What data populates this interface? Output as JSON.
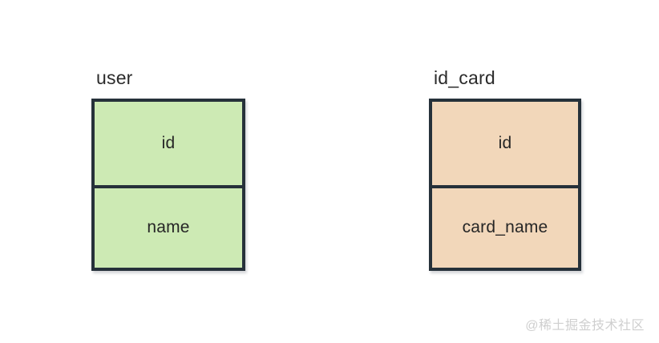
{
  "diagram": {
    "background_color": "#FFFFFF",
    "border_color": "#26313A",
    "entities": [
      {
        "title": "user",
        "fill_color": "#CDEAB4",
        "rows": [
          {
            "label": "id"
          },
          {
            "label": "name"
          }
        ]
      },
      {
        "title": "id_card",
        "fill_color": "#F2D7BA",
        "rows": [
          {
            "label": "id"
          },
          {
            "label": "card_name"
          }
        ]
      }
    ]
  },
  "watermark": {
    "text": "@稀土掘金技术社区",
    "color": "#CFCFCF"
  }
}
